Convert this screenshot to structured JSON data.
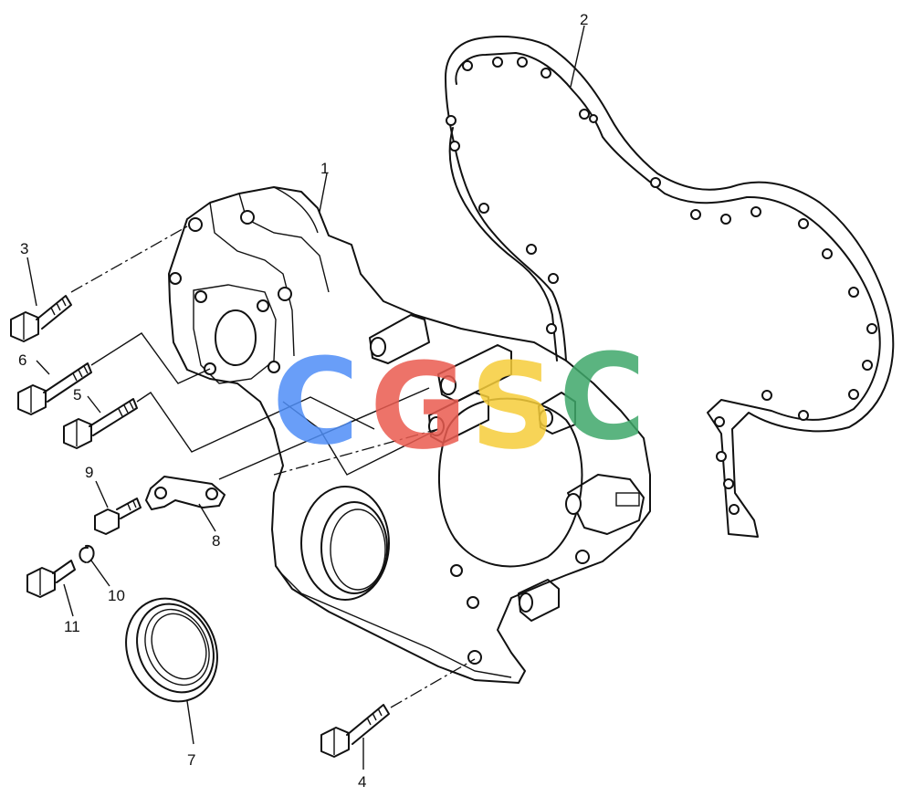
{
  "diagram": {
    "part_labels": [
      {
        "id": "1",
        "text": "1"
      },
      {
        "id": "2",
        "text": "2"
      },
      {
        "id": "3",
        "text": "3"
      },
      {
        "id": "4",
        "text": "4"
      },
      {
        "id": "5",
        "text": "5"
      },
      {
        "id": "6",
        "text": "6"
      },
      {
        "id": "7",
        "text": "7"
      },
      {
        "id": "8",
        "text": "8"
      },
      {
        "id": "9",
        "text": "9"
      },
      {
        "id": "10",
        "text": "10"
      },
      {
        "id": "11",
        "text": "11"
      }
    ]
  },
  "watermark": {
    "letters": [
      "C",
      "G",
      "S",
      "C"
    ],
    "colors": [
      "#4f8ef7",
      "#ea5b50",
      "#f6cd3a",
      "#3fa86a"
    ]
  },
  "colors": {
    "ink": "#111111",
    "background": "#ffffff"
  }
}
